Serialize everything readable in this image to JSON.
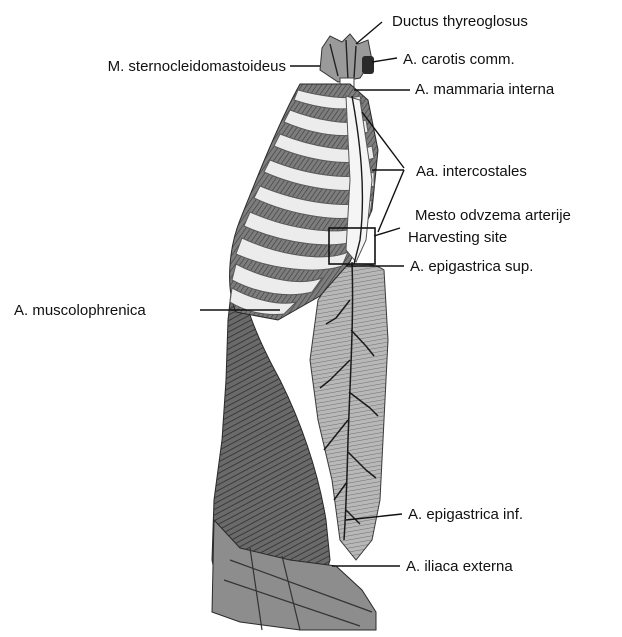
{
  "labels": {
    "ductus_thyreoglosus": "Ductus thyreoglosus",
    "carotis_comm": "A. carotis comm.",
    "sternocleidomastoideus": "M. sternocleidomastoideus",
    "mammaria_interna": "A. mammaria interna",
    "intercostales": "Aa. intercostales",
    "mesto_odvzema": "Mesto odvzema arterije",
    "harvesting_site": "Harvesting site",
    "epigastrica_sup": "A. epigastrica sup.",
    "muscolophrenica": "A. muscolophrenica",
    "epigastrica_inf": "A. epigastrica inf.",
    "iliaca_externa": "A. iliaca externa"
  },
  "colors": {
    "ink": "#111111",
    "bone_light": "#e9e9e9",
    "bone_dark": "#8a8a8a",
    "muscle": "#5a5a5a",
    "background": "#ffffff"
  },
  "icons": [
    "anatomical-illustration"
  ]
}
